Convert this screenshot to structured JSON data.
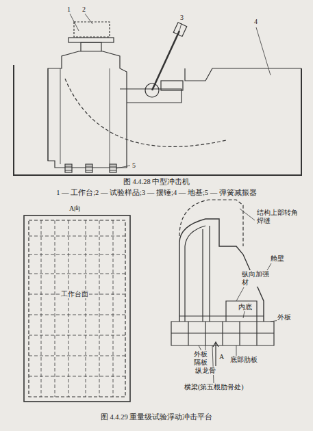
{
  "diagram": {
    "labels": [
      "1",
      "2",
      "3",
      "4",
      "5",
      "图 4.4.28 中型冲击机",
      "1 — 工作台;2 — 试验样品;3 — 摆锤;4 — 地基;5 — 弹簧减振器",
      "A向",
      "工作台面",
      "结构上部转角焊缝",
      "舱壁",
      "纵向加强材",
      "内底",
      "外板",
      "外板",
      "隔板",
      "纵龙骨",
      "A",
      "横梁(第五根肋骨处)",
      "底部肋板",
      "图 4.4.29 重量级试验浮动冲击平台"
    ]
  }
}
